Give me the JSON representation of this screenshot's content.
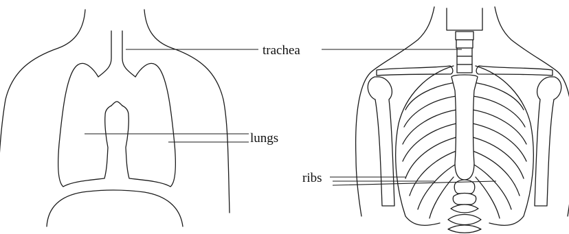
{
  "labels": {
    "trachea": "trachea",
    "lungs": "lungs",
    "ribs": "ribs"
  },
  "colors": {
    "ink": "#1a1a1a",
    "background": "#ffffff"
  }
}
